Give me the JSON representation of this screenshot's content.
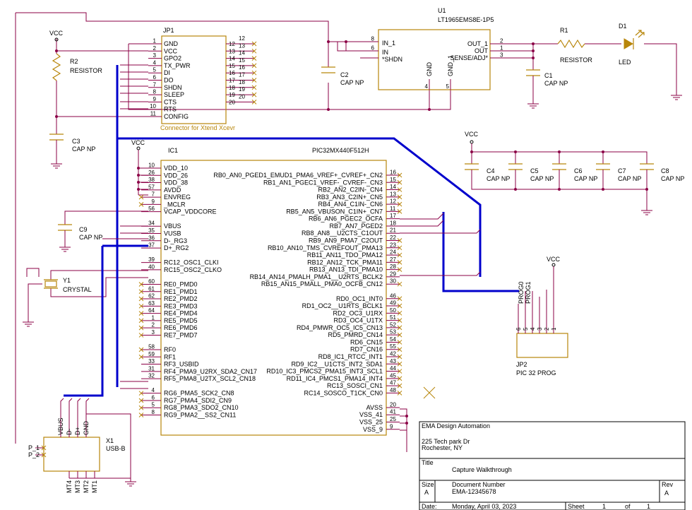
{
  "u1": {
    "ref": "U1",
    "part": "LT1965EMS8E-1P5",
    "pins_left": [
      {
        "num": "8",
        "name": "IN_1"
      },
      {
        "num": "6",
        "name": "IN"
      },
      {
        "num": "",
        "name": "*SHDN"
      }
    ],
    "pins_right": [
      {
        "num": "2",
        "name": "OUT_1"
      },
      {
        "num": "1",
        "name": "OUT"
      },
      {
        "num": "3",
        "name": "SENSE/ADJ*"
      }
    ],
    "pins_bottom": [
      {
        "num": "4",
        "name": "GND"
      },
      {
        "num": "5",
        "name": "GND_1"
      }
    ]
  },
  "r1": {
    "ref": "R1",
    "value": "RESISTOR"
  },
  "d1": {
    "ref": "D1",
    "value": "LED"
  },
  "r2": {
    "ref": "R2",
    "value": "RESISTOR"
  },
  "c1": {
    "ref": "C1",
    "value": "CAP NP"
  },
  "c2": {
    "ref": "C2",
    "value": "CAP NP"
  },
  "c3": {
    "ref": "C3",
    "value": "CAP NP"
  },
  "c4": {
    "ref": "C4",
    "value": "CAP NP"
  },
  "c5": {
    "ref": "C5",
    "value": "CAP NP"
  },
  "c6": {
    "ref": "C6",
    "value": "CAP NP"
  },
  "c7": {
    "ref": "C7",
    "value": "CAP NP"
  },
  "c8": {
    "ref": "C8",
    "value": "CAP NP"
  },
  "c9": {
    "ref": "C9",
    "value": "CAP NP"
  },
  "vcc": "VCC",
  "jp1": {
    "ref": "JP1",
    "caption": "Connector for Xtend Xcevr",
    "left": [
      {
        "num": "1",
        "name": "GND"
      },
      {
        "num": "2",
        "name": "VCC"
      },
      {
        "num": "3",
        "name": "GPO2"
      },
      {
        "num": "4",
        "name": "TX_PWR"
      },
      {
        "num": "5",
        "name": "DI"
      },
      {
        "num": "6",
        "name": "DO"
      },
      {
        "num": "7",
        "name": "SHDN"
      },
      {
        "num": "8",
        "name": "SLEEP"
      },
      {
        "num": "9",
        "name": "CTS"
      },
      {
        "num": "10",
        "name": "RTS"
      },
      {
        "num": "11",
        "name": "CONFIG"
      }
    ],
    "right_outer": [
      "12",
      "13",
      "14",
      "15",
      "16",
      "17",
      "18",
      "19",
      "20"
    ],
    "right_inner": [
      "12",
      "13",
      "14",
      "15",
      "16",
      "17",
      "18",
      "19",
      "20"
    ]
  },
  "ic1": {
    "ref": "IC1",
    "part": "PIC32MX440F512H",
    "left": [
      {
        "num": "10",
        "name": "VDD_10"
      },
      {
        "num": "26",
        "name": "VDD_26"
      },
      {
        "num": "38",
        "name": "VDD_38"
      },
      {
        "num": "57",
        "name": "AVDD"
      },
      {
        "num": "7",
        "name": "ENVREG"
      },
      {
        "num": "9",
        "name": "_MCLR"
      },
      {
        "num": "56",
        "name": "VCAP_VDDCORE"
      },
      {
        "num": "",
        "name": ""
      },
      {
        "num": "34",
        "name": "VBUS"
      },
      {
        "num": "35",
        "name": "VUSB"
      },
      {
        "num": "36",
        "name": "D-_RG3"
      },
      {
        "num": "37",
        "name": "D+_RG2"
      },
      {
        "num": "",
        "name": ""
      },
      {
        "num": "39",
        "name": "RC12_OSC1_CLKI"
      },
      {
        "num": "40",
        "name": "RC15_OSC2_CLKO"
      },
      {
        "num": "",
        "name": ""
      },
      {
        "num": "60",
        "name": "RE0_PMD0"
      },
      {
        "num": "61",
        "name": "RE1_PMD1"
      },
      {
        "num": "62",
        "name": "RE2_PMD2"
      },
      {
        "num": "63",
        "name": "RE3_PMD3"
      },
      {
        "num": "64",
        "name": "RE4_PMD4"
      },
      {
        "num": "1",
        "name": "RE5_PMD5"
      },
      {
        "num": "2",
        "name": "RE6_PMD6"
      },
      {
        "num": "3",
        "name": "RE7_PMD7"
      },
      {
        "num": "",
        "name": ""
      },
      {
        "num": "58",
        "name": "RF0"
      },
      {
        "num": "59",
        "name": "RF1"
      },
      {
        "num": "33",
        "name": "RF3_USBID"
      },
      {
        "num": "31",
        "name": "RF4_PMA9_U2RX_SDA2_CN17"
      },
      {
        "num": "32",
        "name": "RF5_PMA8_U2TX_SCL2_CN18"
      },
      {
        "num": "",
        "name": ""
      },
      {
        "num": "4",
        "name": "RG6_PMA5_SCK2_CN8"
      },
      {
        "num": "6",
        "name": "RG7_PMA4_SDI2_CN9"
      },
      {
        "num": "5",
        "name": "RG8_PMA3_SDO2_CN10"
      },
      {
        "num": "8",
        "name": "RG9_PMA2__SS2_CN11"
      }
    ],
    "right": [
      {
        "num": "16",
        "name": "RB0_AN0_PGED1_EMUD1_PMA6_VREF+_CVREF+_CN2"
      },
      {
        "num": "15",
        "name": "RB1_AN1_PGEC1_VREF-_CVREF-_CN3"
      },
      {
        "num": "14",
        "name": "RB2_AN2_C2IN-_CN4"
      },
      {
        "num": "13",
        "name": "RB3_AN3_C2IN+_CN5"
      },
      {
        "num": "12",
        "name": "RB4_AN4_C1IN-_CN6"
      },
      {
        "num": "11",
        "name": "RB5_AN5_VBUSON_C1IN+_CN7"
      },
      {
        "num": "17",
        "name": "RB6_AN6_PGEC2_OCFA"
      },
      {
        "num": "18",
        "name": "RB7_AN7_PGED2"
      },
      {
        "num": "21",
        "name": "RB8_AN8__U2CTS_C1OUT"
      },
      {
        "num": "22",
        "name": "RB9_AN9_PMA7_C2OUT"
      },
      {
        "num": "23",
        "name": "RB10_AN10_TMS_CVREFOUT_PMA13"
      },
      {
        "num": "24",
        "name": "RB11_AN11_TDO_PMA12"
      },
      {
        "num": "27",
        "name": "RB12_AN12_TCK_PMA11"
      },
      {
        "num": "28",
        "name": "RB13_AN13_TDI_PMA10"
      },
      {
        "num": "29",
        "name": "RB14_AN14_PMALH_PMA1__U2RTS_BCLK2"
      },
      {
        "num": "30",
        "name": "RB15_AN15_PMALL_PMA0_OCFB_CN12"
      },
      {
        "num": "",
        "name": ""
      },
      {
        "num": "46",
        "name": "RD0_OC1_INT0"
      },
      {
        "num": "49",
        "name": "RD1_OC2__U1RTS_BCLK1"
      },
      {
        "num": "50",
        "name": "RD2_OC3_U1RX"
      },
      {
        "num": "51",
        "name": "RD3_OC4_U1TX"
      },
      {
        "num": "52",
        "name": "RD4_PMWR_OC5_IC5_CN13"
      },
      {
        "num": "53",
        "name": "RD5_PMRD_CN14"
      },
      {
        "num": "54",
        "name": "RD6_CN15"
      },
      {
        "num": "55",
        "name": "RD7_CN16"
      },
      {
        "num": "42",
        "name": "RD8_IC1_RTCC_INT1"
      },
      {
        "num": "43",
        "name": "RD9_IC2__U1CTS_INT2_SDA1"
      },
      {
        "num": "44",
        "name": "RD10_IC3_PMCS2_PMA15_INT3_SCL1"
      },
      {
        "num": "45",
        "name": "RD11_IC4_PMCS1_PMA14_INT4"
      },
      {
        "num": "47",
        "name": "RC13_SOSCI_CN1"
      },
      {
        "num": "48",
        "name": "RC14_SOSCO_T1CK_CN0"
      },
      {
        "num": "",
        "name": ""
      },
      {
        "num": "20",
        "name": "AVSS"
      },
      {
        "num": "41",
        "name": "VSS_41"
      },
      {
        "num": "25",
        "name": "VSS_25"
      },
      {
        "num": "9",
        "name": "VSS_9"
      }
    ]
  },
  "y1": {
    "ref": "Y1",
    "value": "CRYSTAL"
  },
  "x1": {
    "ref": "X1",
    "value": "USB-B",
    "top": [
      "VBUS",
      "D-",
      "D+",
      "GND"
    ],
    "left": [
      "P_1",
      "P_2"
    ],
    "bottom": [
      "MT4",
      "MT3",
      "MT2",
      "MT1"
    ]
  },
  "jp2": {
    "ref": "JP2",
    "value": "PIC 32 PROG",
    "pins": [
      "6",
      "5",
      "4",
      "3",
      "2",
      "1"
    ],
    "signals": [
      "PROG0",
      "PROG1"
    ]
  },
  "title_block": {
    "company": "EMA Design Automation",
    "addr1": "225 Tech park Dr",
    "addr2": "Rochester, NY",
    "title_label": "Title",
    "title": "Capture Walkthrough",
    "size_label": "Size",
    "size": "A",
    "docnum_label": "Document Number",
    "docnum": "EMA-12345678",
    "rev_label": "Rev",
    "rev": "A",
    "date_label": "Date:",
    "date": "Monday, April 03, 2023",
    "sheet_label": "Sheet",
    "sheet": "1",
    "of_label": "of",
    "sheets": "1"
  }
}
